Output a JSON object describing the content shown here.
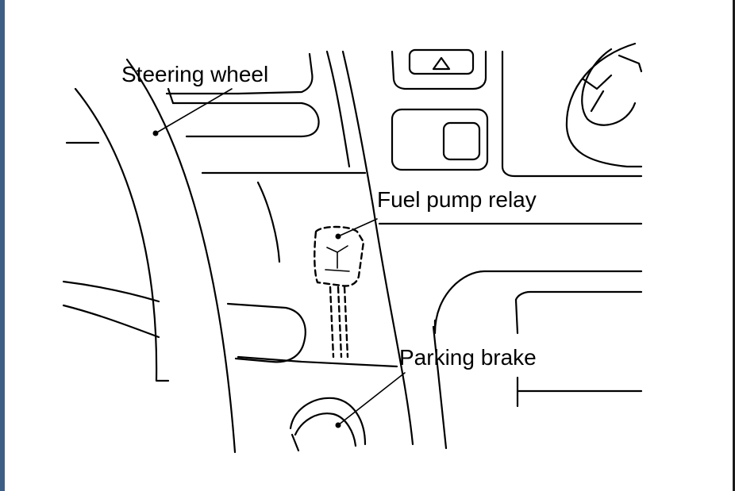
{
  "labels": {
    "steering_wheel": "Steering wheel",
    "fuel_pump_relay": "Fuel pump relay",
    "parking_brake": "Parking brake"
  },
  "colors": {
    "frame_left": "#3d5f86",
    "frame_right": "#1b1b1b",
    "ink": "#000000",
    "paper": "#ffffff"
  }
}
